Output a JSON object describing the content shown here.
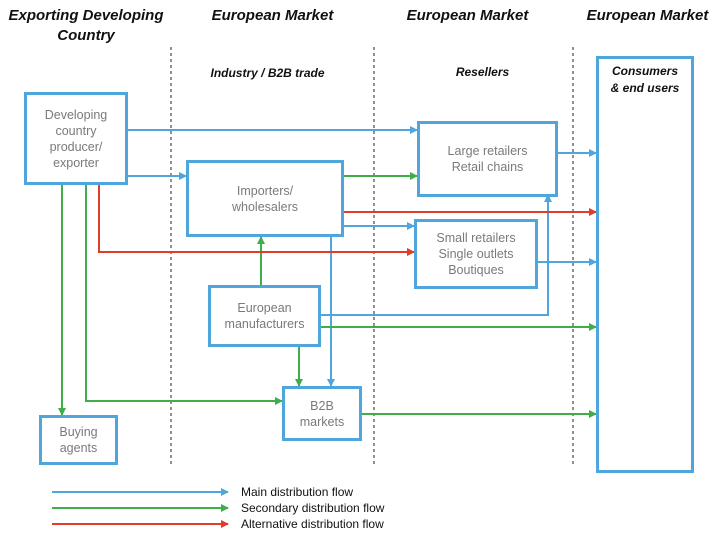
{
  "headers": {
    "col1": "Exporting Developing\nCountry",
    "col2": "European Market",
    "col3": "European Market",
    "col4": "European Market"
  },
  "subheaders": {
    "industry": "Industry / B2B trade",
    "resellers": "Resellers",
    "consumers": "Consumers\n& end users"
  },
  "nodes": {
    "producer": "Developing\ncountry\nproducer/\nexporter",
    "importers": "Importers/\nwholesalers",
    "large_retailers": "Large retailers\nRetail chains",
    "small_retailers": "Small retailers\nSingle outlets\nBoutiques",
    "eu_manufacturers": "European\nmanufacturers",
    "b2b": "B2B\nmarkets",
    "buying_agents": "Buying\nagents"
  },
  "legend": {
    "main": "Main distribution flow",
    "secondary": "Secondary distribution flow",
    "alternative": "Alternative distribution flow"
  },
  "colors": {
    "main": "#4fa6dc",
    "secondary": "#3fae49",
    "alternative": "#e03c2a"
  }
}
